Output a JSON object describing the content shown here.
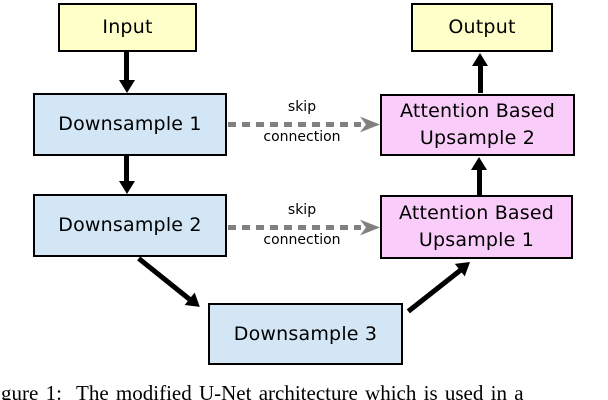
{
  "figure": {
    "caption": "gure 1:  The modified U-Net architecture which is used in a"
  },
  "diagram": {
    "nodes": {
      "input": {
        "label": "Input"
      },
      "output": {
        "label": "Output"
      },
      "downsample1": {
        "label": "Downsample 1"
      },
      "downsample2": {
        "label": "Downsample 2"
      },
      "downsample3": {
        "label": "Downsample 3"
      },
      "upsample2": {
        "line1": "Attention Based",
        "line2": "Upsample 2"
      },
      "upsample1": {
        "line1": "Attention Based",
        "line2": "Upsample 1"
      }
    },
    "skip_connections": {
      "skip1": {
        "line1": "skip",
        "line2": "connection"
      },
      "skip2": {
        "line1": "skip",
        "line2": "connection"
      }
    },
    "colors": {
      "io_fill": "#FFFFC9",
      "downsample_fill": "#D2E6F5",
      "upsample_fill": "#F9CCF9",
      "box_border": "#000000",
      "solid_arrow": "#000000",
      "skip_arrow": "#808080"
    }
  }
}
